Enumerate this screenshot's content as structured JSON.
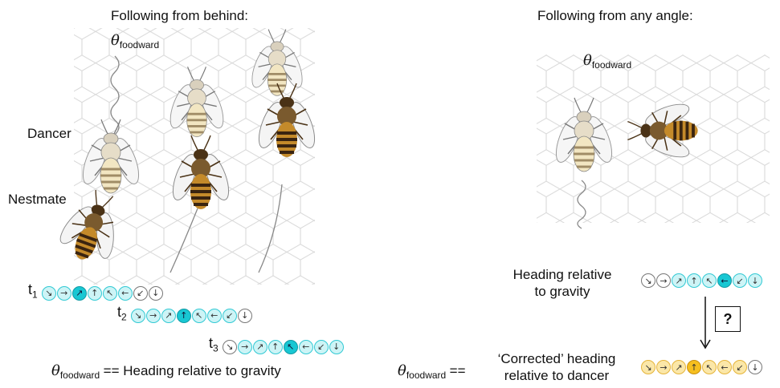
{
  "left": {
    "title": "Following from behind:",
    "theta_symbol": "θ",
    "theta_sub": "foodward",
    "dancer_label": "Dancer",
    "nestmate_label": "Nestmate",
    "time_rows": [
      {
        "label": "t",
        "sub": "1",
        "highlight": 2
      },
      {
        "label": "t",
        "sub": "2",
        "highlight": 3
      },
      {
        "label": "t",
        "sub": "3",
        "highlight": 4
      }
    ],
    "equation": {
      "theta": "θ",
      "sub": "foodward",
      "text": "== Heading relative to gravity"
    }
  },
  "right": {
    "title": "Following from any angle:",
    "theta_symbol": "θ",
    "theta_sub": "foodward",
    "gravity_label_line1": "Heading relative",
    "gravity_label_line2": "to gravity",
    "question": "?",
    "equation": {
      "theta": "θ",
      "sub": "foodward",
      "eq": "==",
      "text_line1": "‘Corrected’ heading",
      "text_line2": "relative to dancer"
    }
  },
  "arrow_sequence": [
    "↘",
    "→",
    "↗",
    "↑",
    "↖",
    "←",
    "↙",
    "↓"
  ],
  "colors": {
    "cyan_fill": "#cdf4f6",
    "cyan_border": "#31c9d4",
    "cyan_active": "#18c7d3",
    "gray_border": "#777777",
    "yellow_fill": "#fbe7a8",
    "yellow_border": "#e5b43a",
    "yellow_active": "#f6bf1f",
    "bee_dark": "#5a3a18",
    "bee_band": "#c48a2a",
    "bee_pale": "#efe3c4",
    "comb": "#d6d6d6"
  }
}
